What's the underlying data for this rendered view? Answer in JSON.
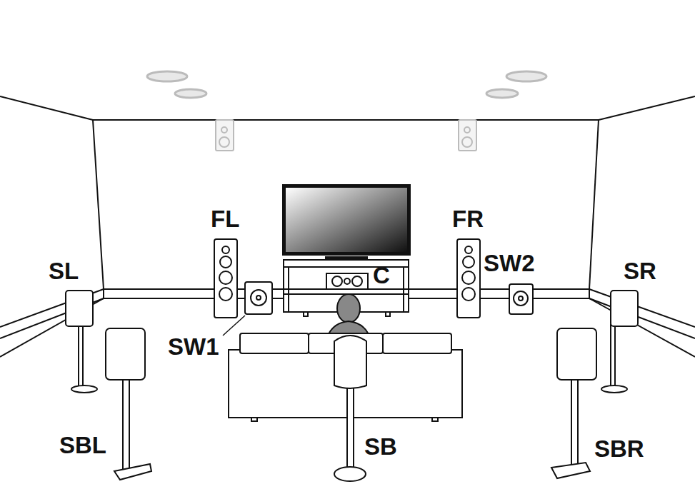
{
  "diagram": {
    "labels": [
      "FL",
      "FR",
      "SL",
      "SW2",
      "SR",
      "C",
      "SW1",
      "SBL",
      "SB",
      "SBR"
    ]
  }
}
